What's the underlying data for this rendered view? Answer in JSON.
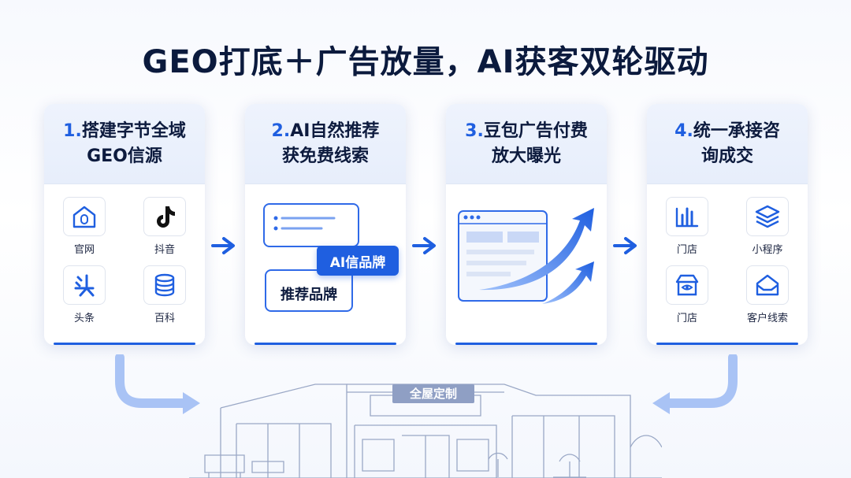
{
  "title": "GEO打底＋广告放量，AI获客双轮驱动",
  "steps": [
    {
      "num": "1.",
      "line1": "搭建字节全域",
      "line2": "GEO信源",
      "icons": [
        {
          "icon": "house-icon",
          "label": "官网"
        },
        {
          "icon": "tiktok-icon",
          "label": "抖音"
        },
        {
          "icon": "toutiao-icon",
          "label": "头条"
        },
        {
          "icon": "database-icon",
          "label": "百科"
        }
      ]
    },
    {
      "num": "2.",
      "line1": "AI自然推荐",
      "line2": "获免费线索",
      "badge_ai": "AI信品牌",
      "badge_recommend": "推荐品牌"
    },
    {
      "num": "3.",
      "line1": "豆包广告付费",
      "line2": "放大曝光"
    },
    {
      "num": "4.",
      "line1": "统一承接咨",
      "line2": "询成交",
      "icons": [
        {
          "icon": "bar-chart-icon",
          "label": "门店"
        },
        {
          "icon": "layers-icon",
          "label": "小程序"
        },
        {
          "icon": "store-icon",
          "label": "门店"
        },
        {
          "icon": "inbox-icon",
          "label": "客户线索"
        }
      ]
    }
  ],
  "store_sign": "全屋定制",
  "colors": {
    "accent": "#1f5fe0",
    "title": "#0b1a3d",
    "card_head": "#eef3fd"
  }
}
